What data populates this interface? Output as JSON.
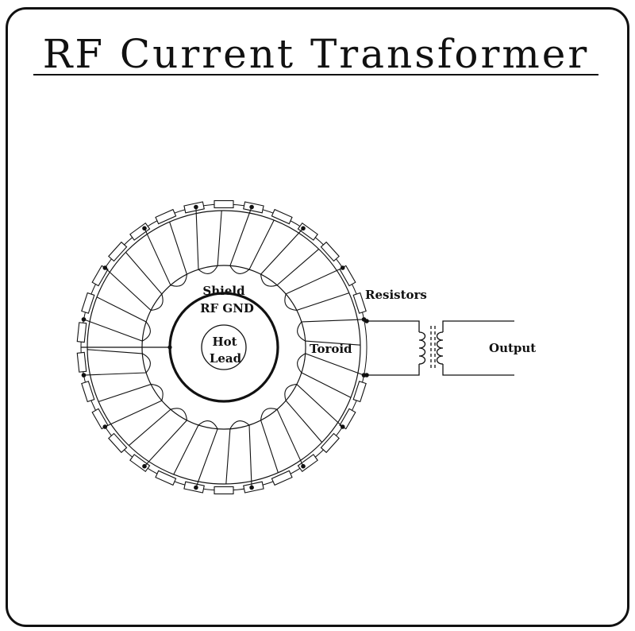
{
  "title": "RF Current Transformer",
  "labels": {
    "shield": "Shield",
    "rf_gnd": "RF GND",
    "hot": "Hot",
    "lead": "Lead",
    "toroid": "Toroid",
    "resistors": "Resistors",
    "output": "Output"
  },
  "diagram": {
    "resistor_count": 30,
    "winding_count": 16
  },
  "colors": {
    "ink": "#111111",
    "paper": "#ffffff"
  }
}
